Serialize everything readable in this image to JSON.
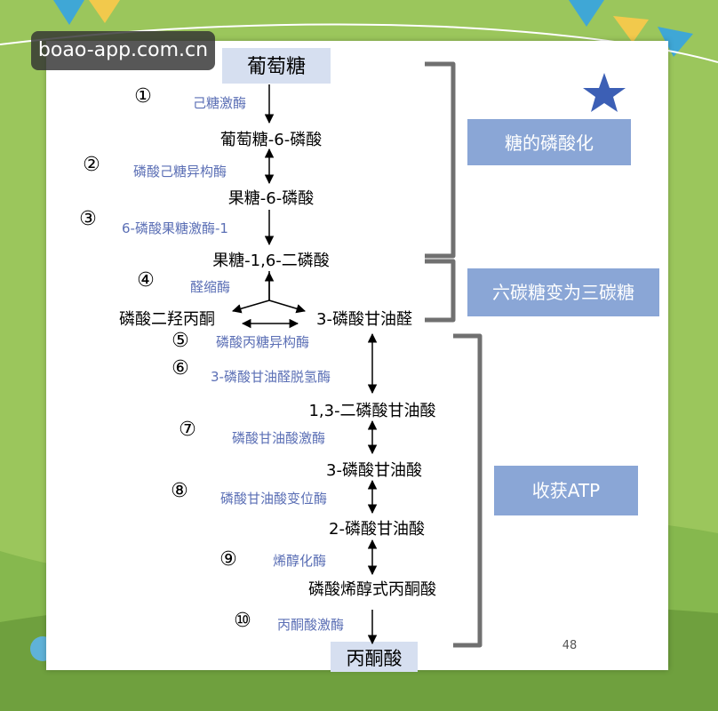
{
  "watermark": "boao-app.com.cn",
  "page_number": "48",
  "star_icon": "star-icon",
  "colors": {
    "label_box": "#8aa6d6",
    "enzyme_text": "#5b6fb5",
    "bracket": "#707070",
    "title_box": "#d6dff0"
  },
  "top_compound": "葡萄糖",
  "bottom_compound": "丙酮酸",
  "steps": [
    {
      "num": "①",
      "enzyme": "己糖激酶"
    },
    {
      "num": "②",
      "enzyme": "磷酸己糖异构酶"
    },
    {
      "num": "③",
      "enzyme": "6-磷酸果糖激酶-1"
    },
    {
      "num": "④",
      "enzyme": "醛缩酶"
    },
    {
      "num": "⑤",
      "enzyme": "磷酸丙糖异构酶"
    },
    {
      "num": "⑥",
      "enzyme": "3-磷酸甘油醛脱氢酶"
    },
    {
      "num": "⑦",
      "enzyme": "磷酸甘油酸激酶"
    },
    {
      "num": "⑧",
      "enzyme": "磷酸甘油酸变位酶"
    },
    {
      "num": "⑨",
      "enzyme": "烯醇化酶"
    },
    {
      "num": "⑩",
      "enzyme": "丙酮酸激酶"
    }
  ],
  "compounds": [
    "葡萄糖-6-磷酸",
    "果糖-6-磷酸",
    "果糖-1,6-二磷酸",
    "磷酸二羟丙酮",
    "3-磷酸甘油醛",
    "1,3-二磷酸甘油酸",
    "3-磷酸甘油酸",
    "2-磷酸甘油酸",
    "磷酸烯醇式丙酮酸"
  ],
  "phases": [
    {
      "label": "糖的磷酸化"
    },
    {
      "label": "六碳糖变为三碳糖"
    },
    {
      "label": "收获ATP"
    }
  ]
}
